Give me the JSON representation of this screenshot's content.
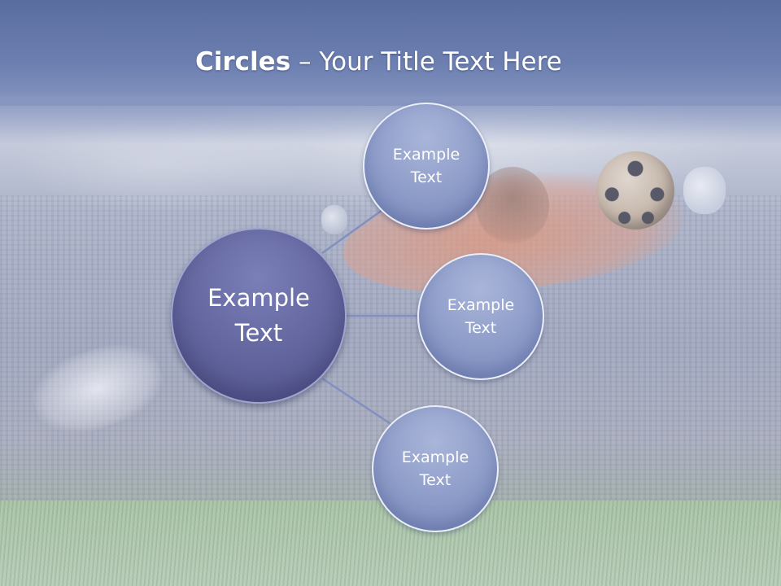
{
  "title": {
    "bold_part": "Circles",
    "rest": " – Your Title Text Here"
  },
  "diagram": {
    "center": {
      "label": "Example\nText"
    },
    "nodes": [
      {
        "label": "Example\nText"
      },
      {
        "label": "Example\nText"
      },
      {
        "label": "Example\nText"
      }
    ]
  },
  "colors": {
    "header": "#5a6d9f",
    "center_circle": "#62659d",
    "node_circle": "#8d9bc8",
    "connector": "#8190c0",
    "text": "#ffffff"
  }
}
